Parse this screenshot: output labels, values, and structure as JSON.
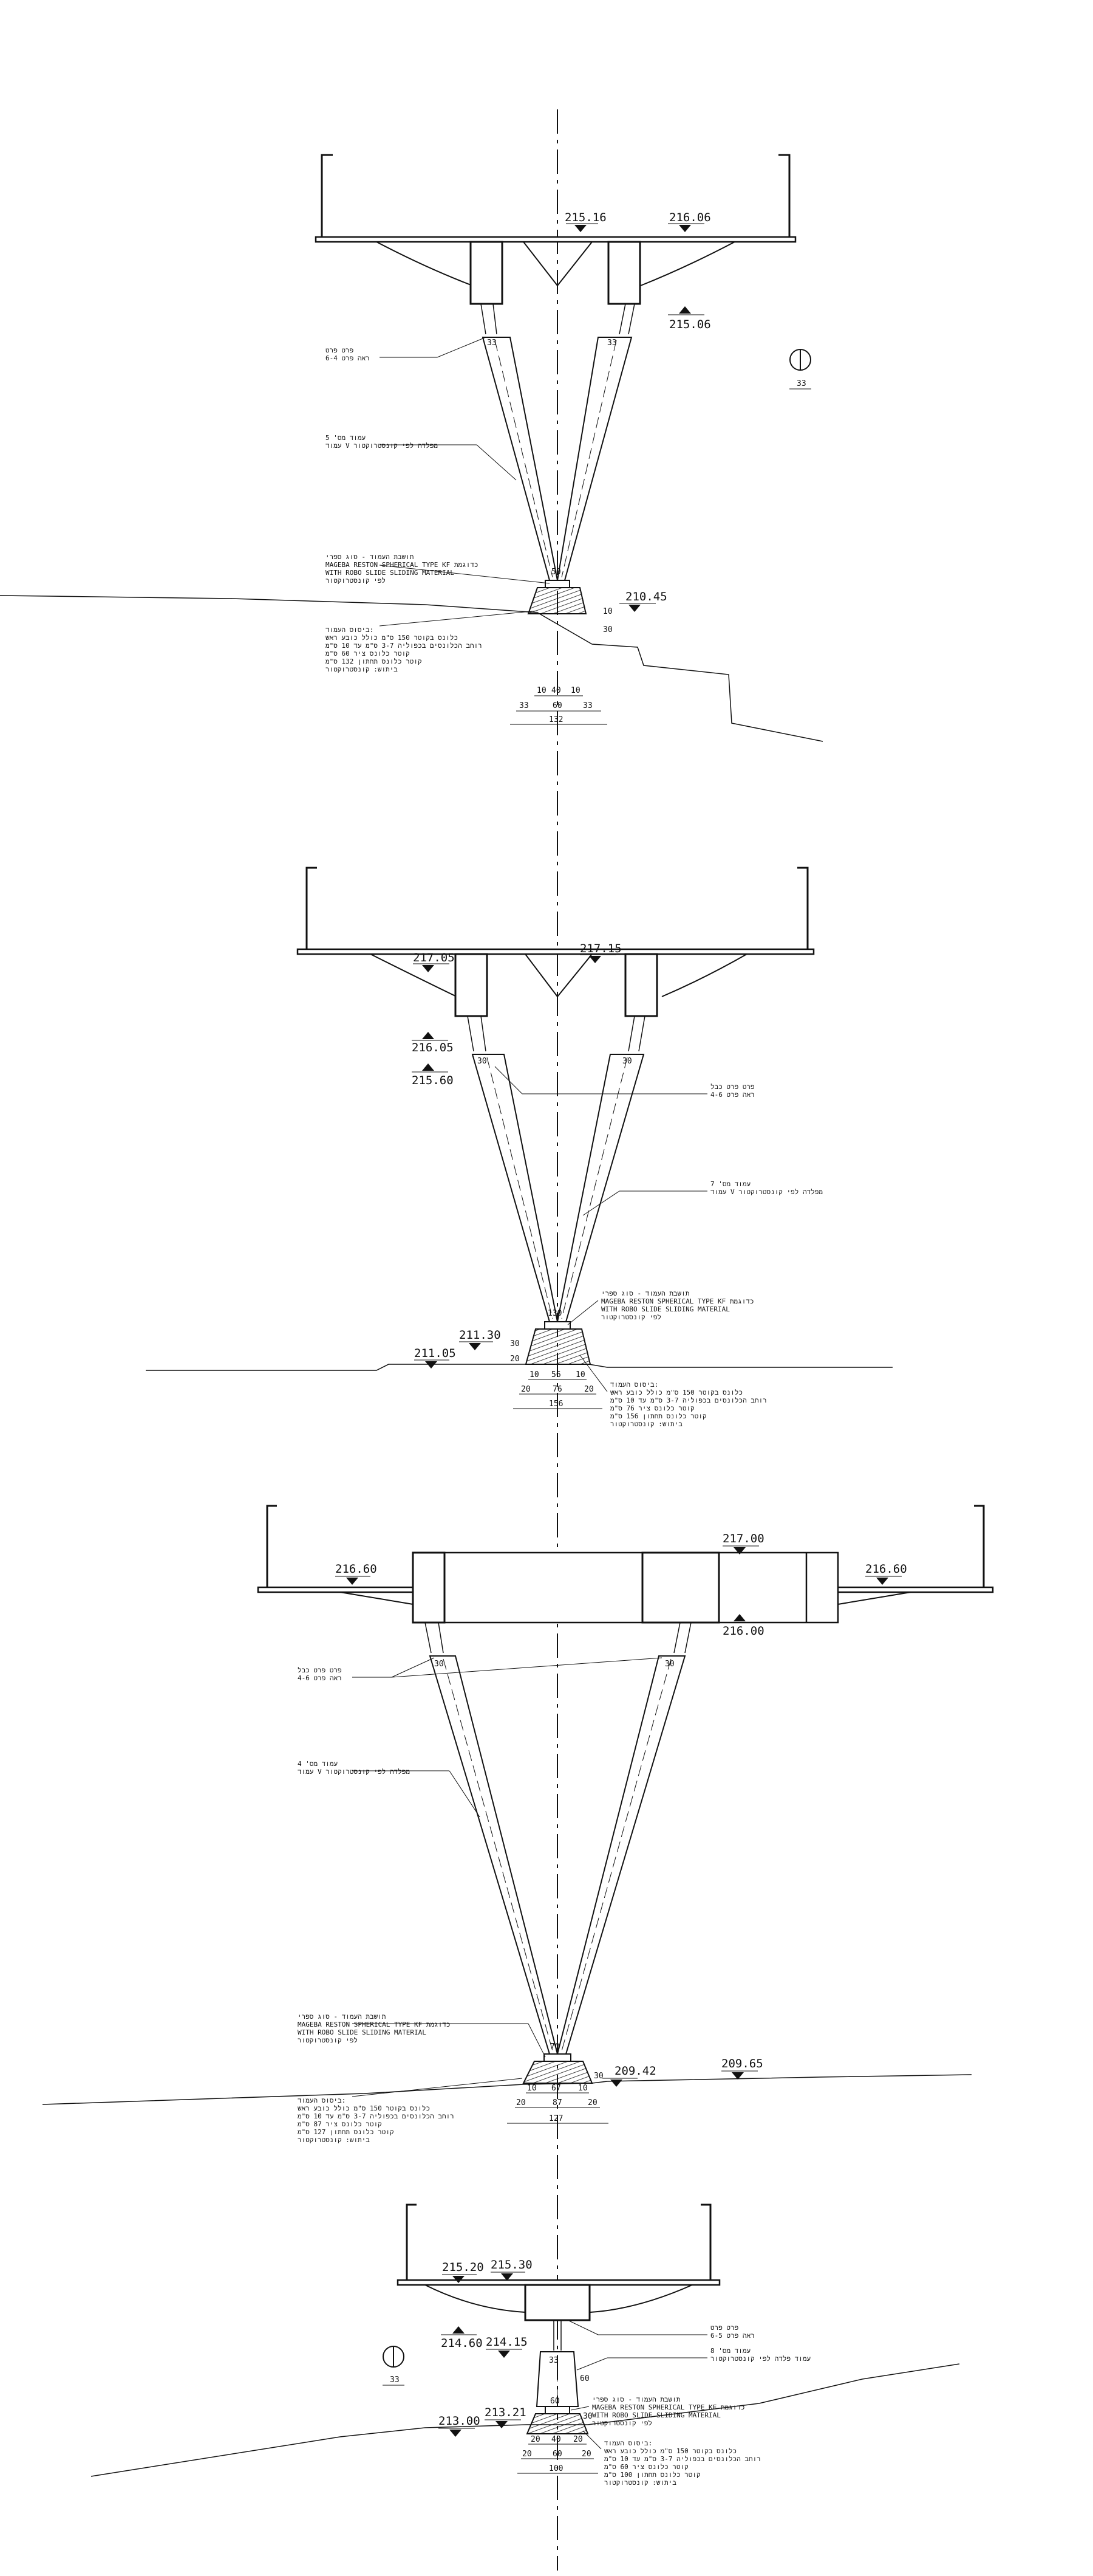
{
  "title": "",
  "section_marker": {
    "symbol": "1",
    "label": "33"
  },
  "sections": [
    {
      "id": "section-1",
      "levels": [
        "215.16",
        "216.06",
        "215.06",
        "210.45"
      ],
      "pier_dims": [
        "33",
        "33",
        "50",
        "10",
        "30"
      ],
      "footing_dims": [
        "10",
        "40",
        "10",
        "60",
        "33",
        "33",
        "132"
      ],
      "notes": [
        "פרט פרט\nראה פרט 6-4",
        "עמוד מס' 5\nעמוד V מפלדה לפי קונסטרוקטור",
        "תושבת העמוד - סוג ספרי\nMAGEBA RESTON SPHERICAL TYPE KF כדוגמת\nWITH ROBO SLIDE SLIDING MATERIAL\nלפי קונסטרוקטור",
        "ביסוס העמוד:\nכלונס בקוטר 150 ס\"מ כולל כובע ראש\nרוחב הכלונסים בכפוליה 3-7 ס\"מ עד 10 ס\"מ\nקוטר כלונס ציר 60 ס\"מ\nקוטר כלונס תחתון 132 ס\"מ\nביתוש: קונסטרוקטור"
      ]
    },
    {
      "id": "section-2",
      "levels": [
        "217.05",
        "217.15",
        "216.05",
        "215.60",
        "211.30",
        "211.05"
      ],
      "pier_dims": [
        "30",
        "30",
        "130",
        "30",
        "20"
      ],
      "footing_dims": [
        "10",
        "56",
        "10",
        "20",
        "76",
        "20",
        "156"
      ],
      "notes": [
        "פרט פרט כבל\nראה פרט 4-6",
        "עמוד מס' 7\nעמוד V מפלדה לפי קונסטרוקטור",
        "תושבת העמוד - סוג ספרי\nMAGEBA RESTON SPHERICAL TYPE KF כדוגמת\nWITH ROBO SLIDE SLIDING MATERIAL\nלפי קונסטרוקטור",
        "ביסוס העמוד:\nכלונס בקוטר 150 ס\"מ כולל כובע ראש\nרוחב הכלונסים בכפוליה 3-7 ס\"מ עד 10 ס\"מ\nקוטר כלונס ציר 76 ס\"מ\nקוטר כלונס תחתון 156 ס\"מ\nביתוש: קונסטרוקטור"
      ]
    },
    {
      "id": "section-3",
      "levels": [
        "216.60",
        "217.00",
        "216.60",
        "216.00",
        "209.42",
        "209.65"
      ],
      "pier_dims": [
        "30",
        "30",
        "70",
        "30"
      ],
      "footing_dims": [
        "10",
        "67",
        "10",
        "20",
        "87",
        "20",
        "127"
      ],
      "notes": [
        "פרט פרט כבל\nראה פרט 4-6",
        "עמוד מס' 4\nעמוד V מפלדה לפי קונסטרוקטור",
        "תושבת העמוד - סוג ספרי\nMAGEBA RESTON SPHERICAL TYPE KF כדוגמת\nWITH ROBO SLIDE SLIDING MATERIAL\nלפי קונסטרוקטור",
        "ביסוס העמוד:\nכלונס בקוטר 150 ס\"מ כולל כובע ראש\nרוחב הכלונסים בכפוליה 3-7 ס\"מ עד 10 ס\"מ\nקוטר כלונס ציר 87 ס\"מ\nקוטר כלונס תחתון 127 ס\"מ\nביתוש: קונסטרוקטור"
      ]
    },
    {
      "id": "section-4",
      "levels": [
        "215.20",
        "215.30",
        "214.60",
        "214.15",
        "213.21",
        "213.00"
      ],
      "pier_dims": [
        "33",
        "60",
        "60",
        "30"
      ],
      "footing_dims": [
        "20",
        "40",
        "20",
        "20",
        "60",
        "20",
        "100"
      ],
      "notes": [
        "פרט פרט\nראה פרט 6-5",
        "עמוד מס' 8\nעמוד פלדה לפי קונסטרוקטור",
        "תושבת העמוד - סוג ספרי\nMAGEBA RESTON SPHERICAL TYPE KF כדוגמת\nWITH ROBO SLIDE SLIDING MATERIAL\nלפי קונסטרוקטור",
        "ביסוס העמוד:\nכלונס בקוטר 150 ס\"מ כולל כובע ראש\nרוחב הכלונסים בכפוליה 3-7 ס\"מ עד 10 ס\"מ\nקוטר כלונס ציר 60 ס\"מ\nקוטר כלונס תחתון 100 ס\"מ\nביתוש: קונסטרוקטור"
      ]
    }
  ]
}
